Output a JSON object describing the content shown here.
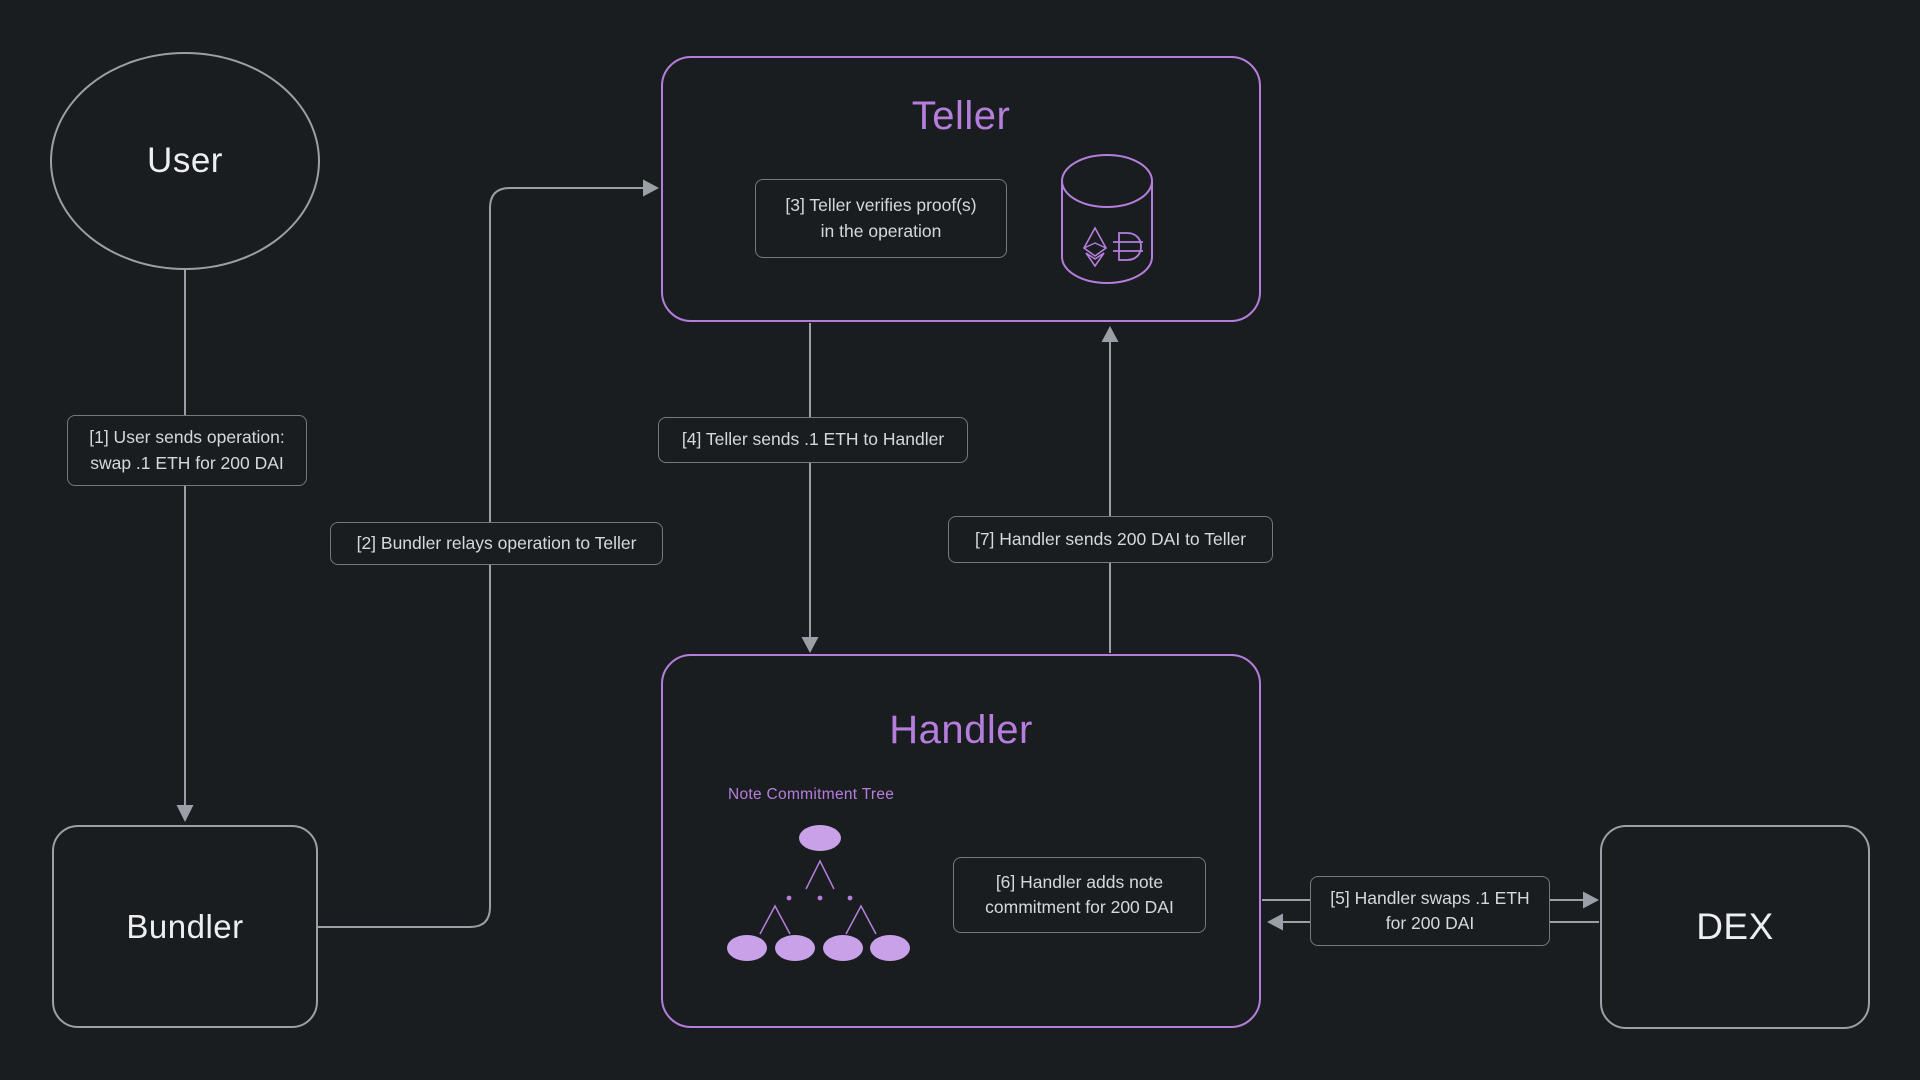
{
  "colors": {
    "background": "#1a1d20",
    "purple": "#b57edc",
    "tree_node_fill": "#c9a1e9",
    "line_gray": "#9aa0a5",
    "node_border_gray": "#9aa0a5",
    "label_border": "#74797e",
    "text_primary": "#eceef0",
    "label_text": "#d6d9db"
  },
  "nodes": {
    "user": {
      "label": "User"
    },
    "bundler": {
      "label": "Bundler"
    },
    "teller": {
      "label": "Teller"
    },
    "handler": {
      "label": "Handler"
    },
    "dex": {
      "label": "DEX"
    }
  },
  "handler_content": {
    "tree_title": "Note Commitment Tree"
  },
  "steps": {
    "step1": "[1] User sends operation:\nswap .1 ETH for 200 DAI",
    "step2": "[2] Bundler relays operation to Teller",
    "step3": "[3] Teller verifies proof(s)\nin the operation",
    "step4": "[4] Teller sends .1 ETH to Handler",
    "step5": "[5] Handler swaps .1 ETH\nfor 200 DAI",
    "step6": "[6] Handler adds note\ncommitment for 200 DAI",
    "step7": "[7] Handler sends 200 DAI to Teller"
  },
  "icons": {
    "database": "database-icon",
    "eth": "eth-icon",
    "dai": "dai-icon",
    "tree": "note-commitment-tree-icon"
  }
}
